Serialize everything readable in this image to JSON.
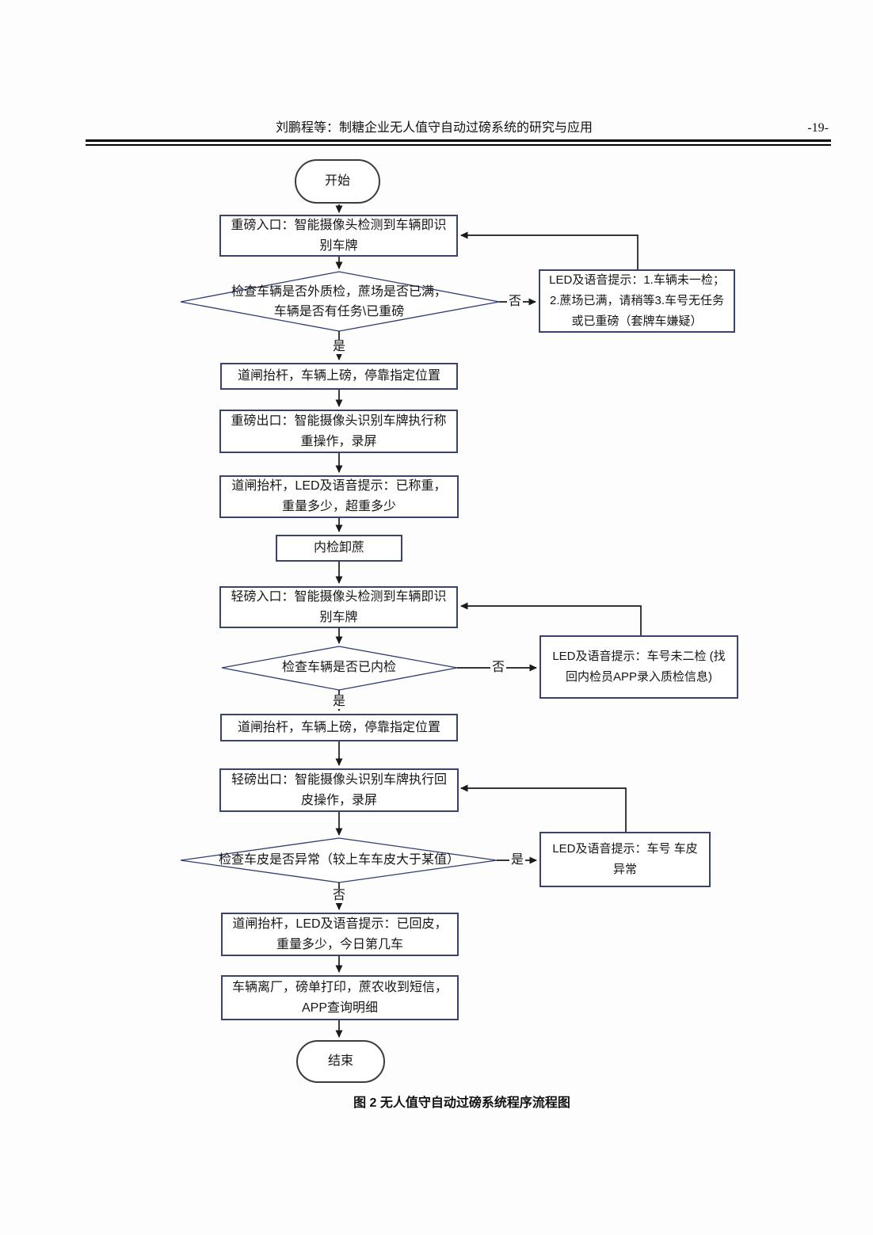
{
  "page": {
    "running_head": "刘鹏程等：制糖企业无人值守自动过磅系统的研究与应用",
    "page_number": "-19-",
    "figure_caption": "图 2  无人值守自动过磅系统程序流程图"
  },
  "colors": {
    "box_border": "#3a4468",
    "diamond_border": "#2f3c72",
    "connector_line": "#1a1a1a",
    "page_background": "#fdfdfd"
  },
  "flowchart": {
    "start_label": "开始",
    "end_label": "结束",
    "yes_label": "是",
    "no_label": "否",
    "nodes": {
      "heavy_entry": "重磅入口：智能摄像头检测到车辆即识别车牌",
      "check_exterior": "检查车辆是否外质检，蔗场是否已满，车辆是否有任务\\已重磅",
      "led_prompt_1": "LED及语音提示：1.车辆未一检；2.蔗场已满，请稍等3.车号无任务或已重磅（套牌车嫌疑）",
      "gate_up_heavy": "道闸抬杆，车辆上磅，停靠指定位置",
      "heavy_exit": "重磅出口：智能摄像头识别车牌执行称重操作，录屏",
      "gate_led_weighed": "道闸抬杆，LED及语音提示：已称重，重量多少，超重多少",
      "unload_cane": "内检卸蔗",
      "light_entry": "轻磅入口：智能摄像头检测到车辆即识别车牌",
      "check_internal": "检查车辆是否已内检",
      "led_prompt_2": "LED及语音提示：车号未二检 (找回内检员APP录入质检信息)",
      "gate_up_light": "道闸抬杆，车辆上磅，停靠指定位置",
      "light_exit": "轻磅出口：智能摄像头识别车牌执行回皮操作，录屏",
      "check_tare": "检查车皮是否异常（较上车车皮大于某值）",
      "led_prompt_3": "LED及语音提示：车号 车皮异常",
      "gate_led_tared": "道闸抬杆，LED及语音提示：已回皮，重量多少，今日第几车",
      "leave_factory": "车辆离厂，磅单打印，蔗农收到短信，APP查询明细"
    },
    "edges": [
      {
        "from": "start",
        "to": "heavy_entry",
        "label": ""
      },
      {
        "from": "heavy_entry",
        "to": "check_exterior",
        "label": ""
      },
      {
        "from": "check_exterior",
        "to": "led_prompt_1",
        "label": "否"
      },
      {
        "from": "led_prompt_1",
        "to": "heavy_entry",
        "label": ""
      },
      {
        "from": "check_exterior",
        "to": "gate_up_heavy",
        "label": "是"
      },
      {
        "from": "gate_up_heavy",
        "to": "heavy_exit",
        "label": ""
      },
      {
        "from": "heavy_exit",
        "to": "gate_led_weighed",
        "label": ""
      },
      {
        "from": "gate_led_weighed",
        "to": "unload_cane",
        "label": ""
      },
      {
        "from": "unload_cane",
        "to": "light_entry",
        "label": ""
      },
      {
        "from": "light_entry",
        "to": "check_internal",
        "label": ""
      },
      {
        "from": "check_internal",
        "to": "led_prompt_2",
        "label": "否"
      },
      {
        "from": "led_prompt_2",
        "to": "light_entry",
        "label": ""
      },
      {
        "from": "check_internal",
        "to": "gate_up_light",
        "label": "是"
      },
      {
        "from": "gate_up_light",
        "to": "light_exit",
        "label": ""
      },
      {
        "from": "light_exit",
        "to": "check_tare",
        "label": ""
      },
      {
        "from": "check_tare",
        "to": "led_prompt_3",
        "label": "是"
      },
      {
        "from": "led_prompt_3",
        "to": "light_exit",
        "label": ""
      },
      {
        "from": "check_tare",
        "to": "gate_led_tared",
        "label": "否"
      },
      {
        "from": "gate_led_tared",
        "to": "leave_factory",
        "label": ""
      },
      {
        "from": "leave_factory",
        "to": "end",
        "label": ""
      }
    ]
  }
}
